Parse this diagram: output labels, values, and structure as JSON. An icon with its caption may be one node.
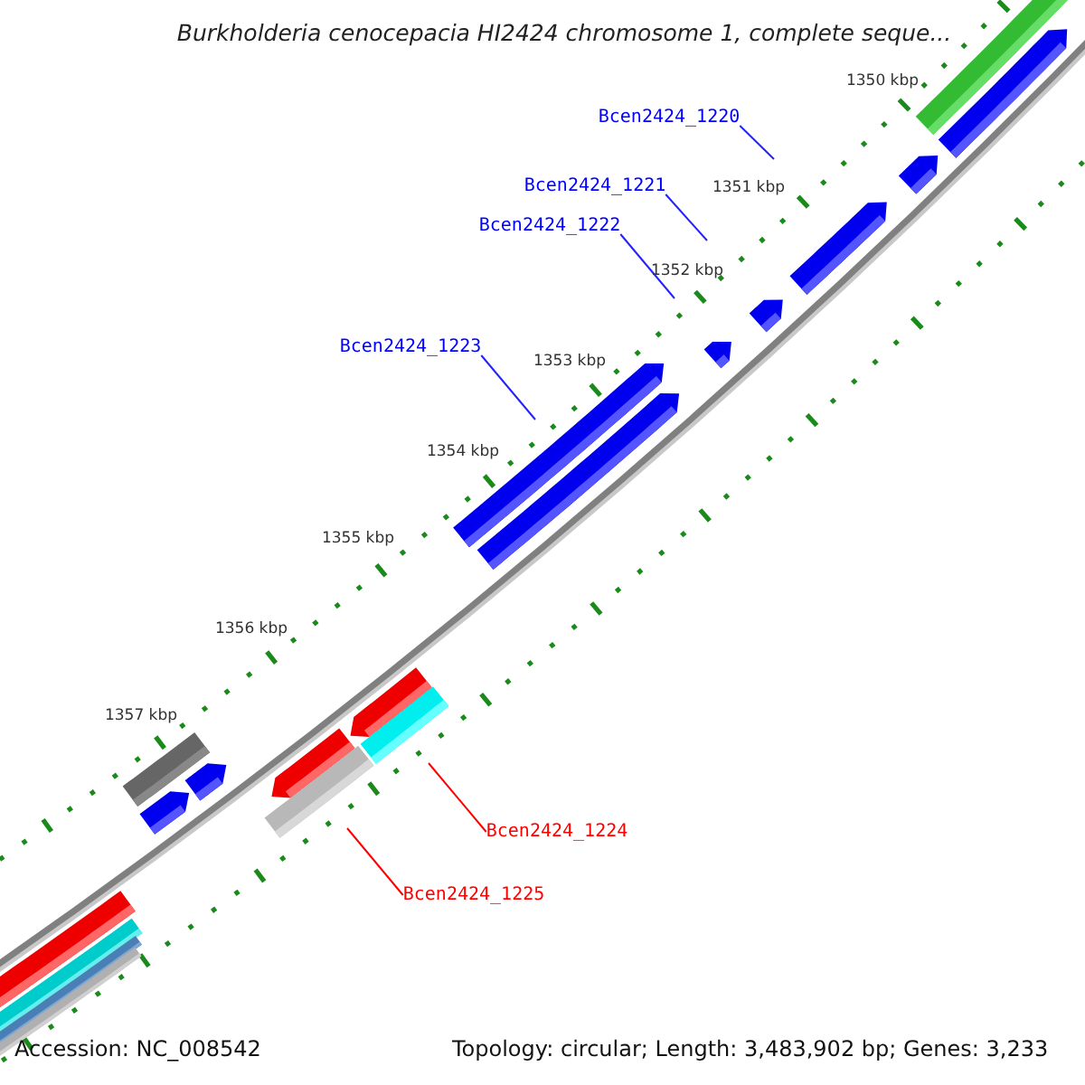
{
  "diagram": {
    "title": "Burkholderia cenocepacia HI2424 chromosome 1, complete seque...",
    "nodes": [
      {
        "text": [
          "Bcen2424_1220"
        ]
      },
      {
        "text": [
          "Bcen2424_1221"
        ]
      },
      {
        "text": [
          "Bcen2424_1222"
        ]
      },
      {
        "text": [
          "Bcen2424_1223"
        ]
      },
      {
        "text": [
          "Bcen2424_1224"
        ]
      },
      {
        "text": [
          "Bcen2424_1225"
        ]
      }
    ],
    "edges": [
      {
        "from": 0,
        "to": null,
        "arrow": "none"
      },
      {
        "from": 1,
        "to": null,
        "arrow": "none"
      },
      {
        "from": 2,
        "to": null,
        "arrow": "none"
      },
      {
        "from": 3,
        "to": null,
        "arrow": "none"
      },
      {
        "from": 4,
        "to": null,
        "arrow": "none",
        "color": "#ff0000"
      },
      {
        "from": 5,
        "to": null,
        "arrow": "none",
        "color": "#ff0000"
      }
    ],
    "labels": [
      "1350 kbp",
      "1351 kbp",
      "1352 kbp",
      "1353 kbp",
      "1354 kbp",
      "1355 kbp",
      "1356 kbp",
      "1357 kbp",
      "Accession: NC_008542",
      "Topology: circular; Length: 3,483,902 bp; Genes: 3,233"
    ]
  }
}
